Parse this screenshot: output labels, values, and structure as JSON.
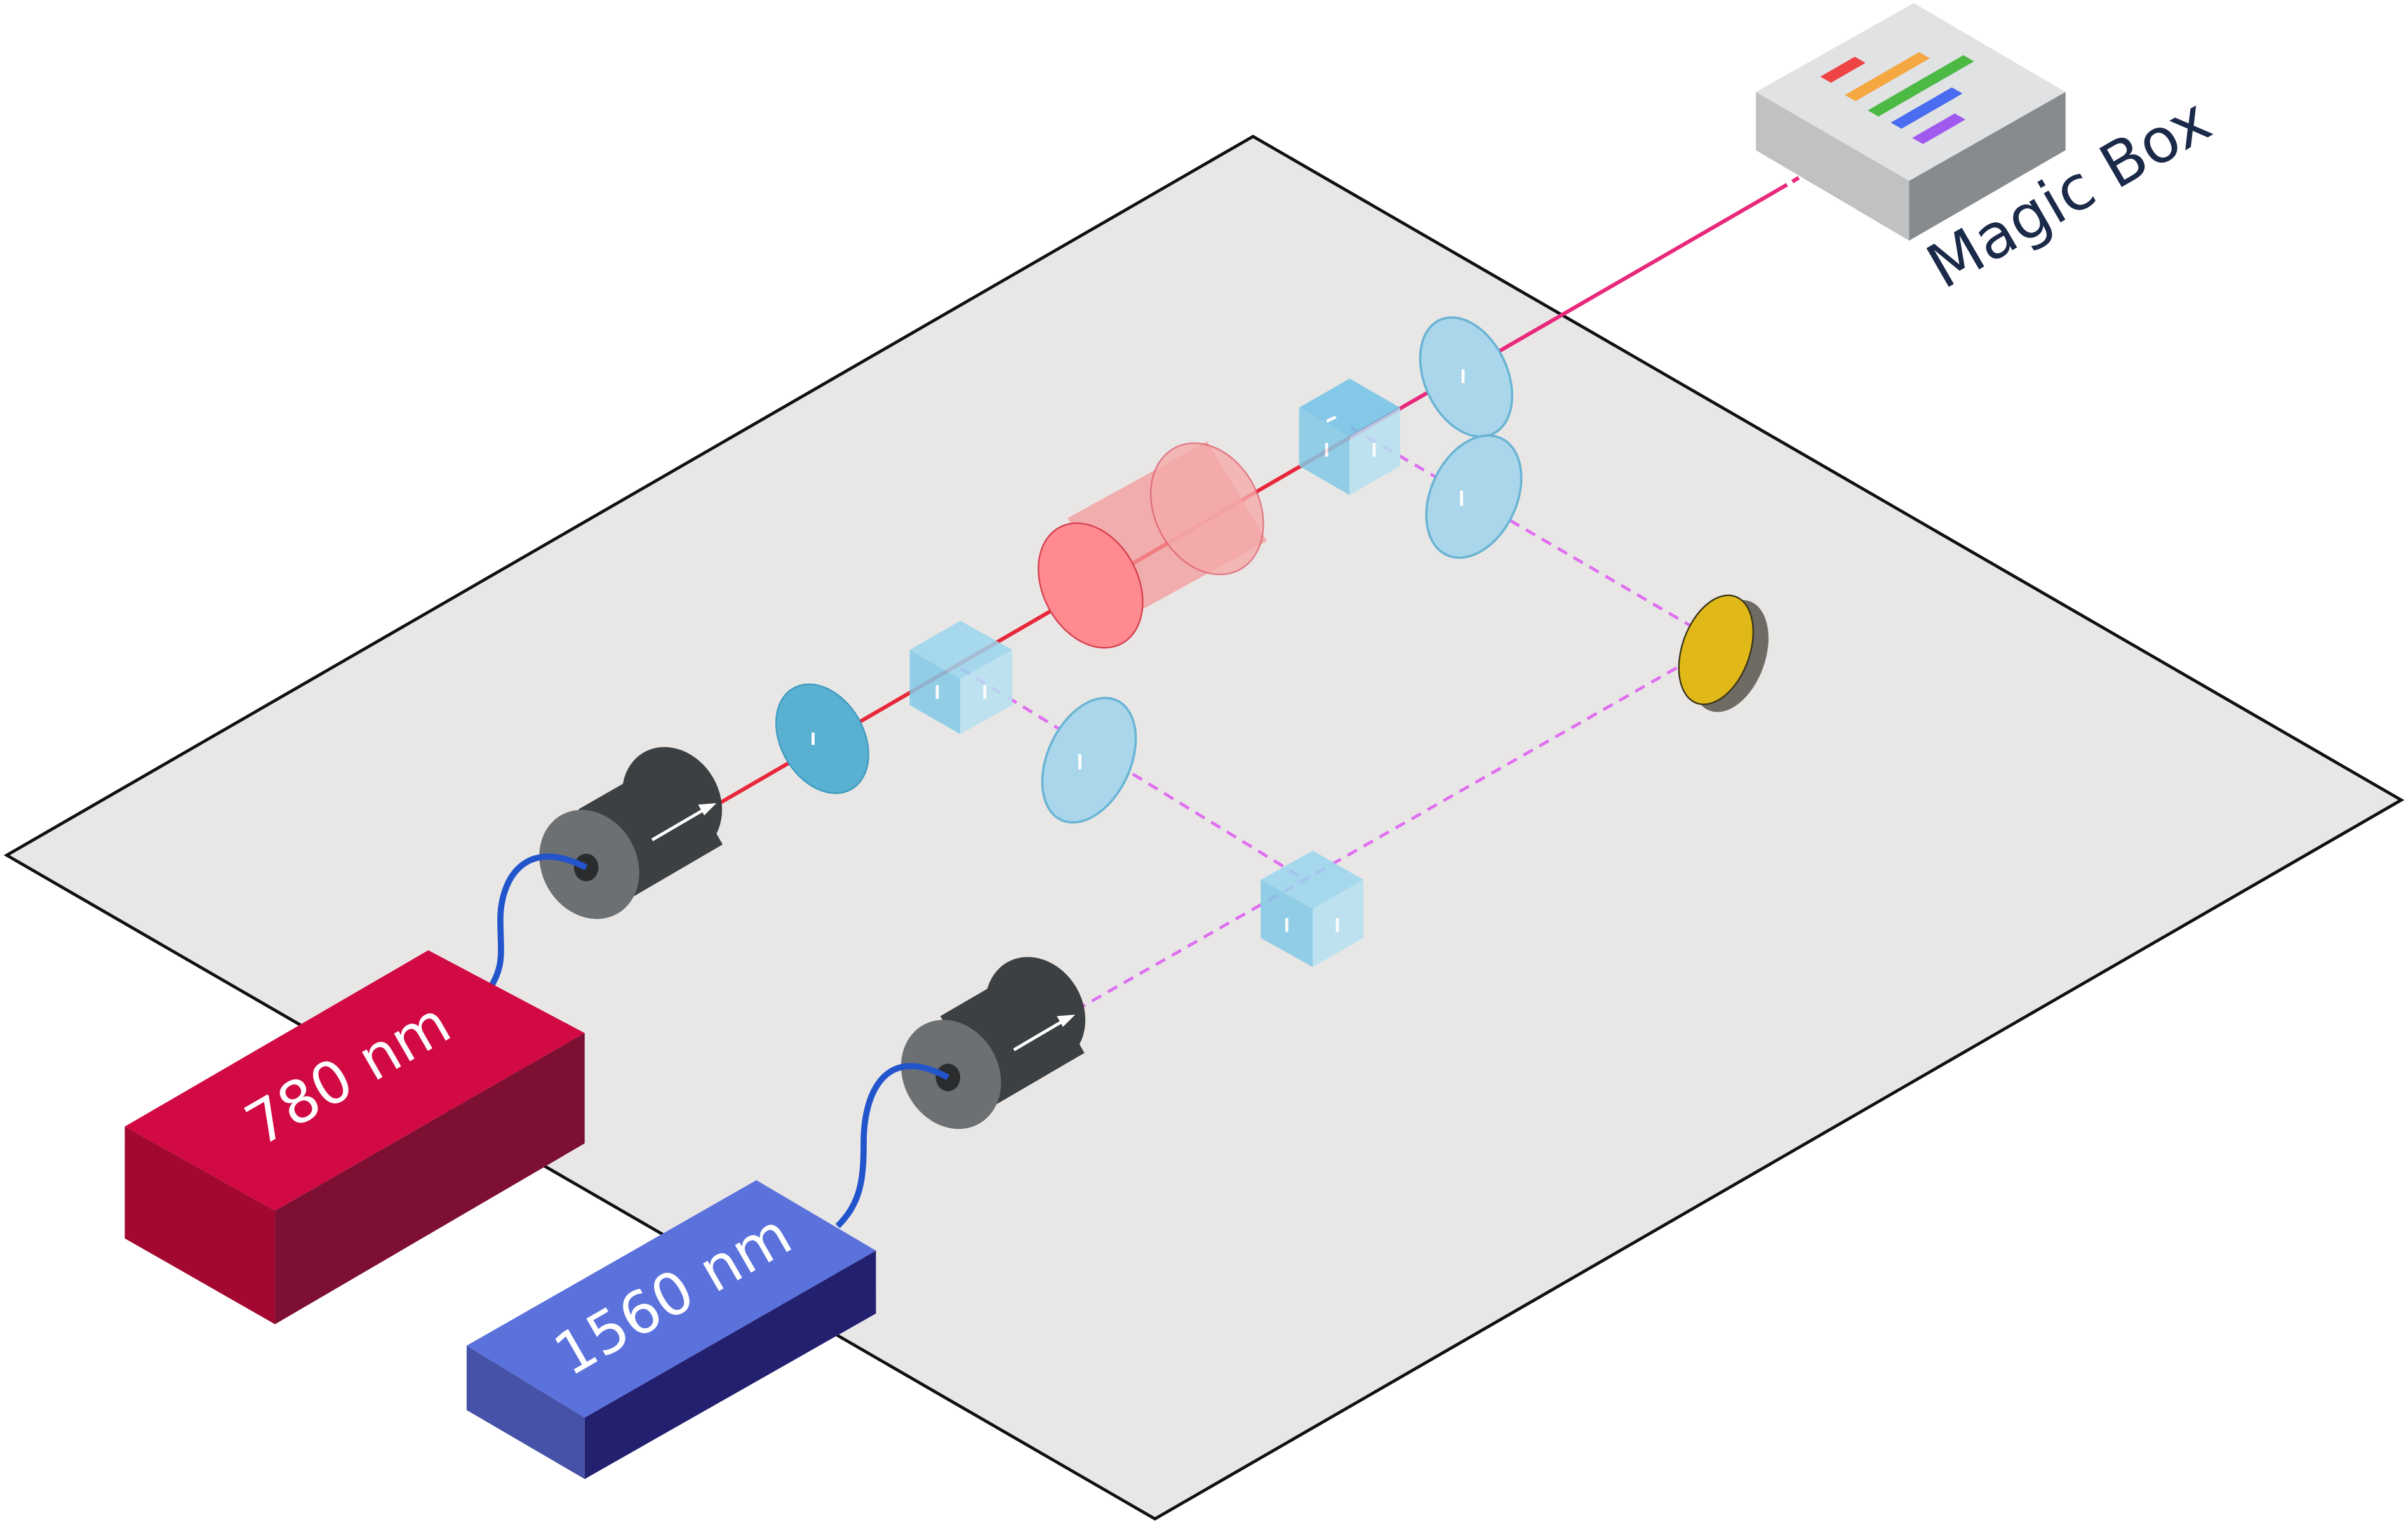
{
  "lasers": {
    "red_label": "780 nm",
    "blue_label": "1560 nm"
  },
  "magic_box": {
    "label": "Magic Box",
    "bar_colors": [
      "#ef4444",
      "#f5a742",
      "#4cb944",
      "#4a6cf0",
      "#a05af0"
    ]
  },
  "colors": {
    "table": "#e8e7e6",
    "beam_780": "#e8283a",
    "beam_mixed": "#e8287a",
    "beam_1560": "#e070f0",
    "laser_780": "#d20a44",
    "laser_1560": "#5b72dd",
    "optic": "#8ccde8",
    "cell": "#f49a9a",
    "mirror": "#e0b818",
    "fiber": "#2255cc"
  }
}
